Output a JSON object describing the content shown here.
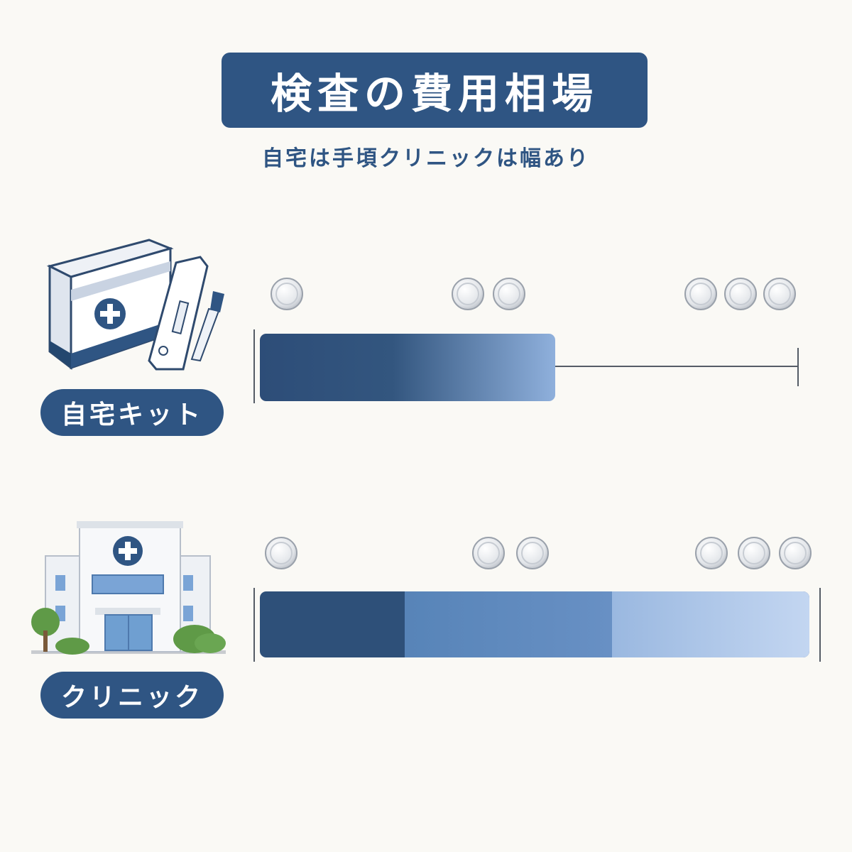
{
  "title": "検査の費用相場",
  "subtitle": "自宅は手頃クリニックは幅あり",
  "colors": {
    "primary": "#2f5583",
    "background": "#faf9f5"
  },
  "rows": [
    {
      "label": "自宅キット",
      "icon": "test-kit-icon",
      "range_fraction": 0.54,
      "coin_tiers": [
        1,
        2,
        3
      ]
    },
    {
      "label": "クリニック",
      "icon": "hospital-building-icon",
      "range_fraction": 1.0,
      "coin_tiers": [
        1,
        2,
        3
      ]
    }
  ]
}
